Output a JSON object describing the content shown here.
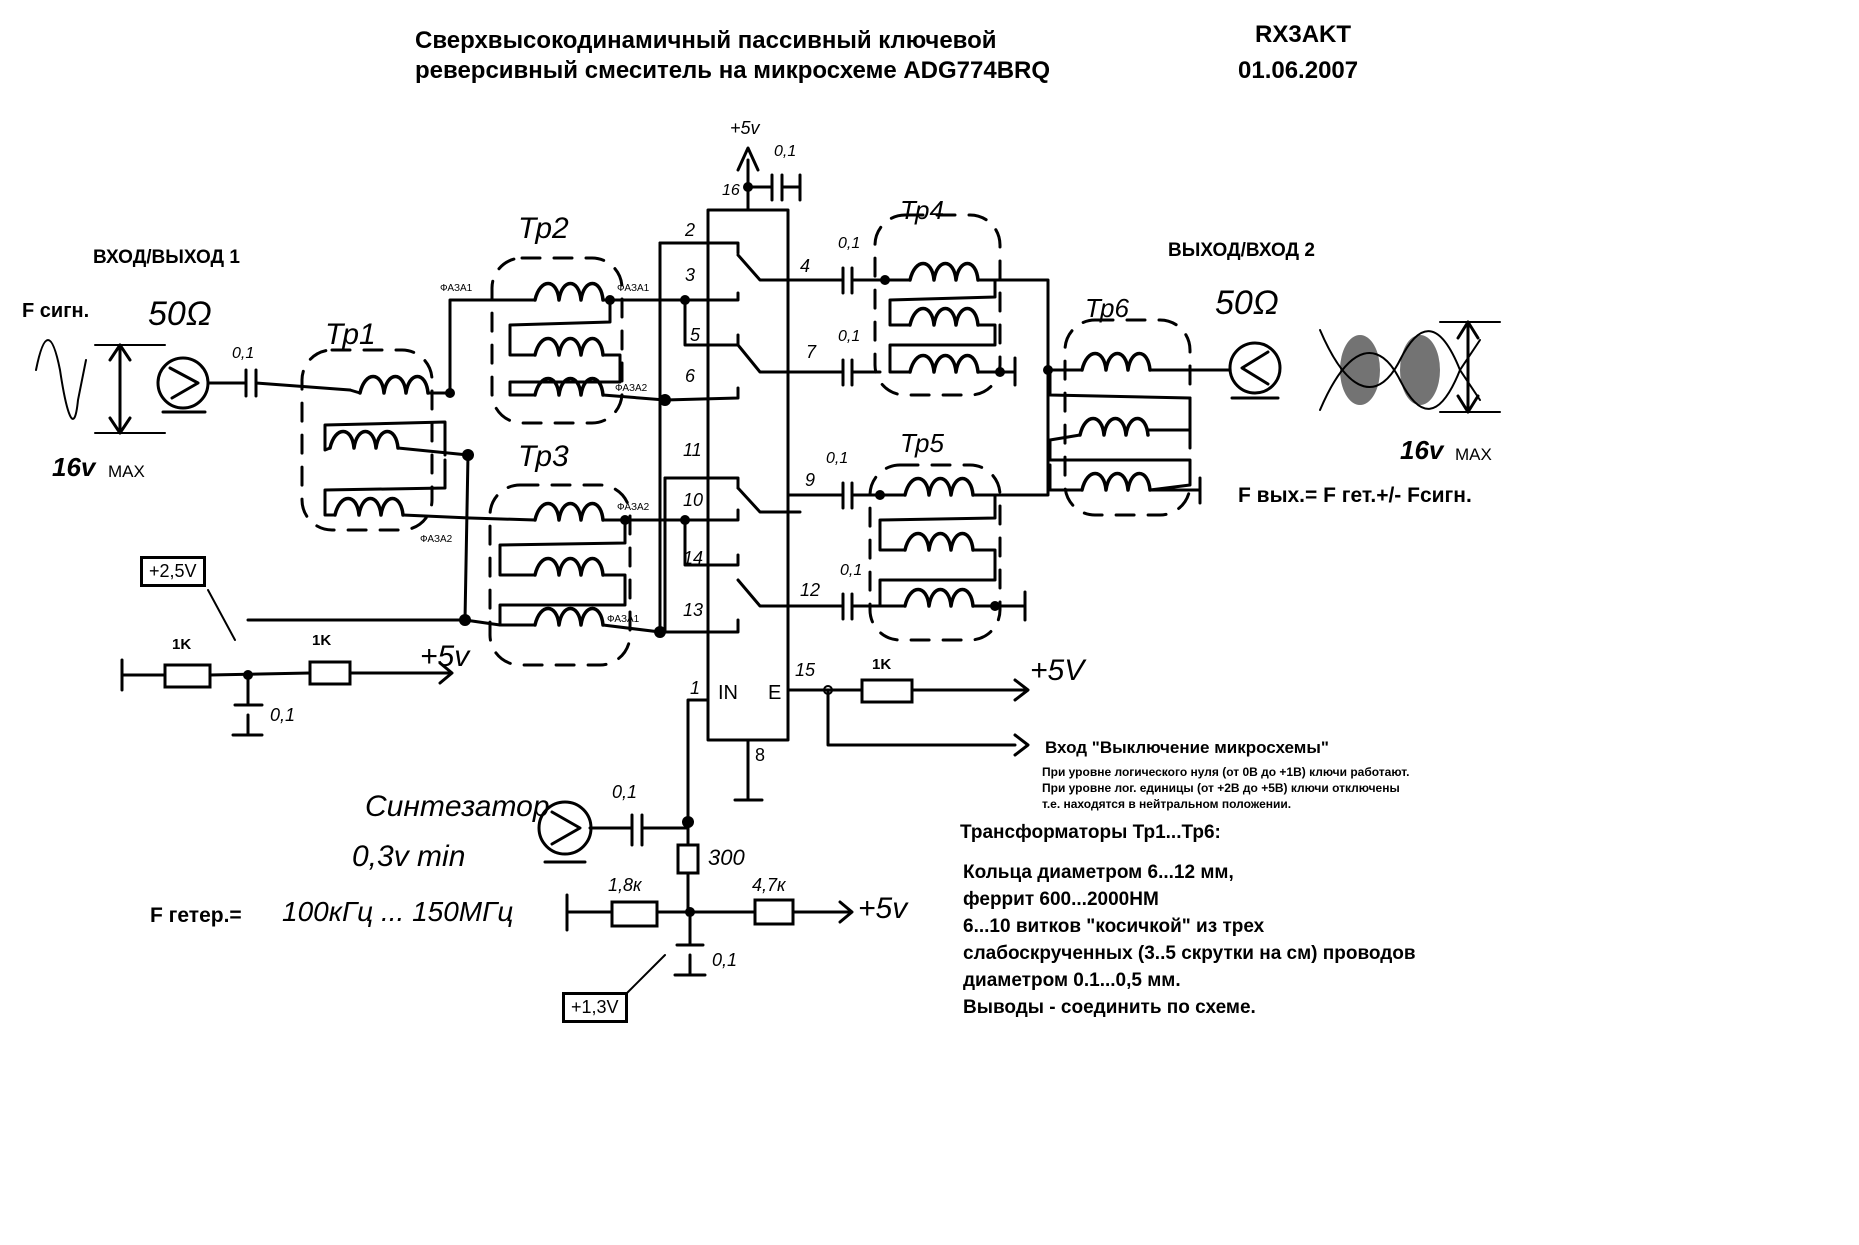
{
  "header": {
    "title_line1": "Сверхвысокодинамичный пассивный ключевой",
    "title_line2": "реверсивный смеситель на микросхеме ADG774BRQ",
    "callsign": "RX3AKT",
    "date": "01.06.2007"
  },
  "port1": {
    "label": "ВХОД/ВЫХОД 1",
    "signal_label": "F сигн.",
    "impedance": "50Ω",
    "amplitude": "16v",
    "amplitude_suffix": "MAX"
  },
  "port2": {
    "label": "ВЫХОД/ВХОД 2",
    "impedance": "50Ω",
    "amplitude": "16v",
    "amplitude_suffix": "MAX",
    "formula": "F вых.= F гет.+/- Fсигн."
  },
  "transformers": [
    "Тр1",
    "Тр2",
    "Тр3",
    "Тр4",
    "Тр5",
    "Тр6"
  ],
  "phase_labels": {
    "phase1": "ФАЗА1",
    "phase2": "ФАЗА2"
  },
  "chip": {
    "pins": [
      "1",
      "2",
      "3",
      "4",
      "5",
      "6",
      "7",
      "8",
      "9",
      "10",
      "11",
      "12",
      "13",
      "14",
      "15",
      "16"
    ],
    "in_label": "IN",
    "en_label": "E",
    "supply": "+5v"
  },
  "capacitors": {
    "value": "0,1"
  },
  "bias_25": {
    "box_label": "+2,5V",
    "r1": "1K",
    "r2": "1K",
    "supply": "+5v",
    "cap": "0,1"
  },
  "enable": {
    "resistor": "1K",
    "supply": "+5V",
    "input_title": "Вход \"Выключение микросхемы\"",
    "note_lines": [
      "При уровне логического нуля (от 0В до +1В) ключи работают.",
      "При уровне лог. единицы (от +2В до +5В) ключи отключены",
      "т.е. находятся в нейтральном положении."
    ]
  },
  "synth": {
    "label": "Синтезатор",
    "level": "0,3v min",
    "freq_prefix": "F гетер.=",
    "freq_range": "100кГц ... 150МГц",
    "cap": "0,1",
    "r_series": "300",
    "r1": "1,8к",
    "r2": "4,7к",
    "supply": "+5v",
    "cap_bias": "0,1",
    "box_label": "+1,3V"
  },
  "spec": {
    "title": "Трансформаторы Тр1...Тр6:",
    "lines": [
      "Кольца диаметром 6...12 мм,",
      "феррит 600...2000НМ",
      "6...10 витков \"косичкой\" из трех",
      "слабоскрученных (3..5 скрутки на см) проводов",
      "диаметром 0.1...0,5 мм.",
      "Выводы - соединить по схеме."
    ]
  }
}
